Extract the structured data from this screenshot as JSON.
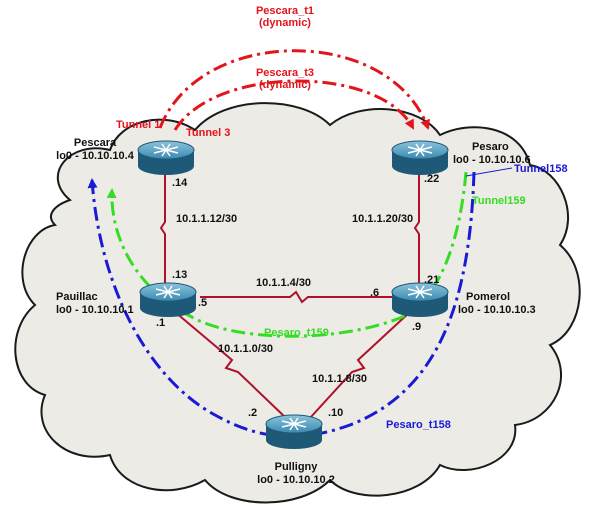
{
  "colors": {
    "cloud_fill": "#ecebe6",
    "cloud_stroke": "#1a1a1a",
    "red": "#e3141b",
    "blue": "#1a1ad6",
    "green": "#33dd22",
    "link": "#b0102a",
    "router_body": "#2f7fa3",
    "router_dark": "#1e5a78"
  },
  "tunnels_top": {
    "t1_name": "Pescara_t1",
    "t1_type": "(dynamic)",
    "t3_name": "Pescara_t3",
    "t3_type": "(dynamic)",
    "tunnel1": "Tunnel 1",
    "tunnel3": "Tunnel 3"
  },
  "routers": {
    "pescara": {
      "name": "Pescara",
      "loopback": "lo0 - 10.10.10.4",
      "icon": "router-icon"
    },
    "pesaro": {
      "name": "Pesaro",
      "loopback": "lo0 - 10.10.10.6",
      "icon": "router-icon"
    },
    "pauillac": {
      "name": "Pauillac",
      "loopback": "lo0 - 10.10.10.1",
      "icon": "router-icon"
    },
    "pomerol": {
      "name": "Pomerol",
      "loopback": "lo0 - 10.10.10.3",
      "icon": "router-icon"
    },
    "pulligny": {
      "name": "Pulligny",
      "loopback": "lo0 - 10.10.10.2",
      "icon": "router-icon"
    }
  },
  "interfaces": {
    "pescara_14": ".14",
    "pauillac_13": ".13",
    "pauillac_5": ".5",
    "pauillac_1": ".1",
    "pesaro_22": ".22",
    "pomerol_21": ".21",
    "pomerol_6": ".6",
    "pomerol_9": ".9",
    "pulligny_2": ".2",
    "pulligny_10": ".10"
  },
  "subnets": {
    "s12": "10.1.1.12/30",
    "s20": "10.1.1.20/30",
    "s4": "10.1.1.4/30",
    "s0": "10.1.1.0/30",
    "s8": "10.1.1.8/30"
  },
  "tunnels_other": {
    "tunnel158": "Tunnel158",
    "tunnel159": "Tunnel159",
    "pesaro_t159": "Pesaro_t159",
    "pesaro_t158": "Pesaro_t158"
  }
}
